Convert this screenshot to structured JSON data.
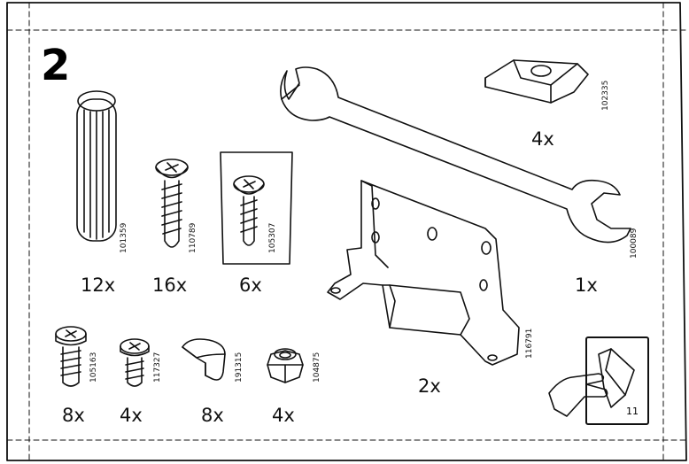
{
  "step_number": "2",
  "page_number": "11",
  "parts": [
    {
      "name": "dowel",
      "code": "101359",
      "qty": "12x"
    },
    {
      "name": "long-screw",
      "code": "110789",
      "qty": "16x"
    },
    {
      "name": "bagged-screw",
      "code": "105307",
      "qty": "6x"
    },
    {
      "name": "wrench",
      "code": "100089",
      "qty": "1x"
    },
    {
      "name": "cam-nut",
      "code": "102335",
      "qty": "4x"
    },
    {
      "name": "bracket",
      "code": "116791",
      "qty": "2x"
    },
    {
      "name": "bolt",
      "code": "105163",
      "qty": "8x"
    },
    {
      "name": "short-screw",
      "code": "117327",
      "qty": "4x"
    },
    {
      "name": "cap",
      "code": "191315",
      "qty": "8x"
    },
    {
      "name": "lock-nut",
      "code": "104875",
      "qty": "4x"
    }
  ]
}
